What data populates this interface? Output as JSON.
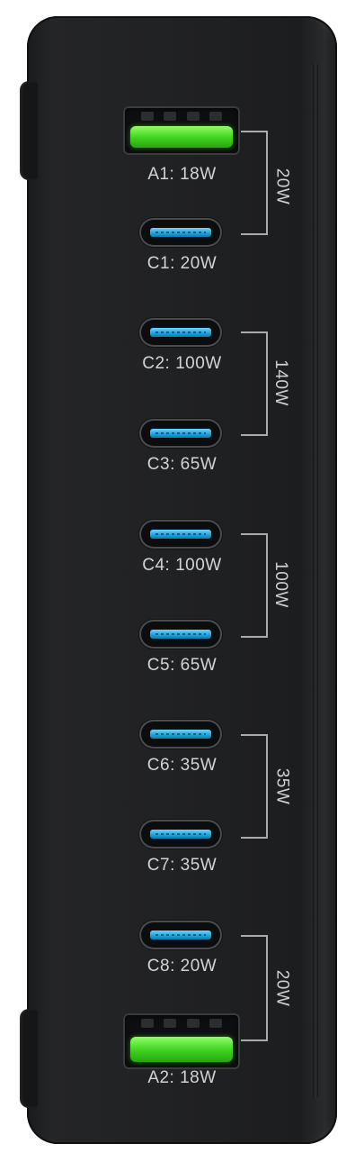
{
  "ports": [
    {
      "id": "A1",
      "type": "usb-a",
      "label": "A1: 18W"
    },
    {
      "id": "C1",
      "type": "usb-c",
      "label": "C1: 20W"
    },
    {
      "id": "C2",
      "type": "usb-c",
      "label": "C2: 100W"
    },
    {
      "id": "C3",
      "type": "usb-c",
      "label": "C3: 65W"
    },
    {
      "id": "C4",
      "type": "usb-c",
      "label": "C4: 100W"
    },
    {
      "id": "C5",
      "type": "usb-c",
      "label": "C5: 65W"
    },
    {
      "id": "C6",
      "type": "usb-c",
      "label": "C6: 35W"
    },
    {
      "id": "C7",
      "type": "usb-c",
      "label": "C7: 35W"
    },
    {
      "id": "C8",
      "type": "usb-c",
      "label": "C8: 20W"
    },
    {
      "id": "A2",
      "type": "usb-a",
      "label": "A2: 18W"
    }
  ],
  "groups": [
    {
      "label": "20W",
      "ports": [
        "A1",
        "C1"
      ]
    },
    {
      "label": "140W",
      "ports": [
        "C2",
        "C3"
      ]
    },
    {
      "label": "100W",
      "ports": [
        "C4",
        "C5"
      ]
    },
    {
      "label": "35W",
      "ports": [
        "C6",
        "C7"
      ]
    },
    {
      "label": "20W",
      "ports": [
        "C8",
        "A2"
      ]
    }
  ],
  "colors": {
    "body": "#202123",
    "usb_a_tongue": "#3ed21e",
    "usb_c_blade": "#1fa0d8",
    "label_text": "#d2d3d5",
    "bracket": "#a9aaad"
  }
}
